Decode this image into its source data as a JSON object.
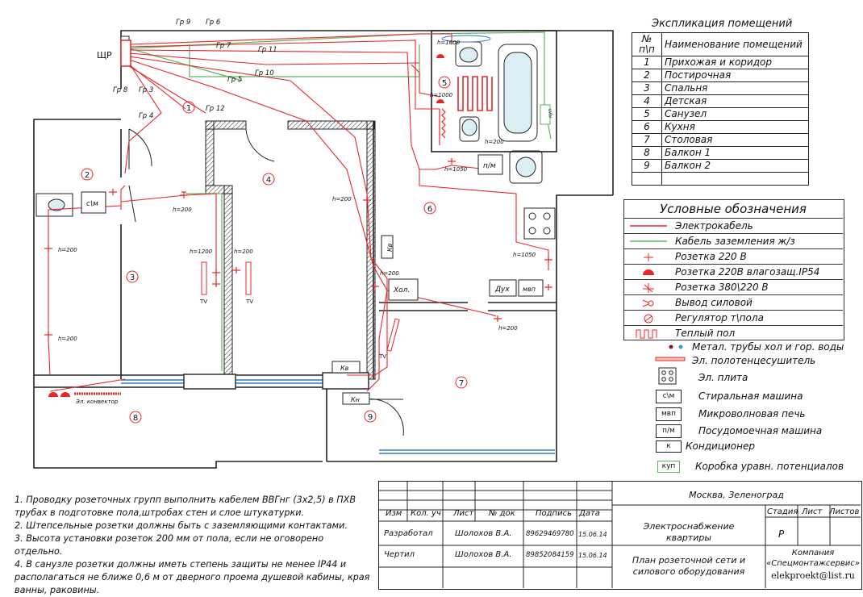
{
  "panel_label": "ЩР",
  "groups": [
    "Гр 9",
    "Гр 6",
    "Гр 7",
    "Гр 11",
    "Гр 10",
    "Гр 5",
    "Гр 8",
    "Гр 3",
    "Гр 12",
    "Гр 4"
  ],
  "room_markers": [
    "1",
    "2",
    "3",
    "4",
    "5",
    "6",
    "7",
    "8",
    "9"
  ],
  "heights": {
    "h1600": "h=1600",
    "h1000": "h=1000",
    "h200_bath": "h=200",
    "h1050_kitchen_top": "h=1050",
    "h200_room4": "h=200",
    "h200_hall": "h=200",
    "h1200": "h=1200",
    "h200_wall": "h=200",
    "h200_left_top": "h=200",
    "h200_left_bottom": "h=200",
    "h200_corr": "h=200",
    "h1050_kitchen_right": "h=1050",
    "h200_kitchen": "h=200"
  },
  "appliance_labels": {
    "washer": "с\\м",
    "dishwasher": "п/м",
    "fridge": "Хол.",
    "oven": "Дух",
    "microwave": "мвп",
    "ac_room4": "Кв",
    "ac_balcony": "Кв",
    "ac_kitchen": "Кн",
    "tv1": "TV",
    "tv2": "TV",
    "tv3": "TV",
    "convector": "Эл. конвектор",
    "kup": "куп"
  },
  "explication": {
    "title": "Экспликация помещений",
    "col_num": "№ п\\п",
    "col_name": "Наименование помещений",
    "rows": [
      {
        "n": "1",
        "name": "Прихожая и коридор"
      },
      {
        "n": "2",
        "name": "Постирочная"
      },
      {
        "n": "3",
        "name": "Спальня"
      },
      {
        "n": "4",
        "name": "Детская"
      },
      {
        "n": "5",
        "name": "Санузел"
      },
      {
        "n": "6",
        "name": "Кухня"
      },
      {
        "n": "7",
        "name": "Столовая"
      },
      {
        "n": "8",
        "name": "Балкон 1"
      },
      {
        "n": "9",
        "name": "Балкон 2"
      }
    ]
  },
  "legend": {
    "title": "Условные обозначения",
    "boxed": [
      "Электрокабель",
      "Кабель заземления ж/з",
      "Розетка 220 В",
      "Розетка 220В влагозащ.IP54",
      "Розетка 380\\220 В",
      "Вывод силовой",
      "Регулятор т\\пола",
      "Теплый пол"
    ],
    "extra": [
      "Метал. трубы хол и гор. воды",
      "Эл. полотенцесушитель",
      "Эл. плита",
      "Стиральная машина",
      "Микроволновая печь",
      "Посудомоечная машина",
      "Кондиционер",
      "Коробка уравн. потенциалов"
    ],
    "extra_symbols": [
      "с\\м",
      "мвп",
      "п/м",
      "к",
      "куп"
    ]
  },
  "notes": [
    "1. Проводку  розеточных  групп  выполнить кабелем ВВГнг (3х2,5)  в ПХВ трубах в подготовке пола,штробах стен и слое штукатурки.",
    "2. Штепсельные розетки должны  быть  с заземляющими  контактами.",
    "3. Высота установки розеток 200 мм от пола, если не оговорено отдельно.",
    "4. В санузле  розетки должны  иметь степень защиты не менее IP44  и располагаться  не ближе 0,6 м от дверного проема душевой кабины,  края ванны, раковины."
  ],
  "title_block": {
    "headers": [
      "Изм",
      "Кол. уч",
      "Лист",
      "№ док",
      "Подпись",
      "Дата"
    ],
    "row1": {
      "role": "Разработал",
      "name": "Шолохов В.А.",
      "sign": "89629469780",
      "date": "15.06.14"
    },
    "row2": {
      "role": "Чертил",
      "name": "Шолохов В.А.",
      "sign": "89852084159",
      "date": "15.06.14"
    },
    "location": "Москва, Зеленоград",
    "project_line1": "Электроснабжение",
    "project_line2": "квартиры",
    "sheet_line1": "План розеточной сети и",
    "sheet_line2": "силового оборудования",
    "stage_label": "Стадия",
    "sheet_label": "Лист",
    "sheets_label": "Листов",
    "stage_value": "Р",
    "company_line1": "Компания",
    "company_line2": "«Спецмонтажсервис»",
    "email": "elekproekt@list.ru"
  },
  "colors": {
    "cable": "#e8262a",
    "ground": "#5fb35f",
    "wall": "#222222",
    "window": "#2f76c9"
  }
}
